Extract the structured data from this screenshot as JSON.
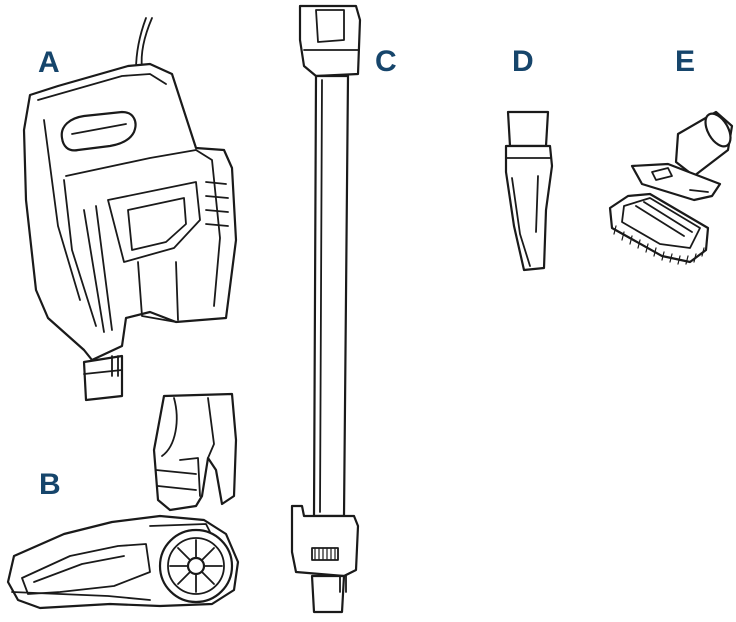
{
  "labels": {
    "a": "A",
    "b": "B",
    "c": "C",
    "d": "D",
    "e": "E"
  },
  "colors": {
    "label": "#16456b",
    "line": "#1a1a1a",
    "background": "#ffffff"
  }
}
